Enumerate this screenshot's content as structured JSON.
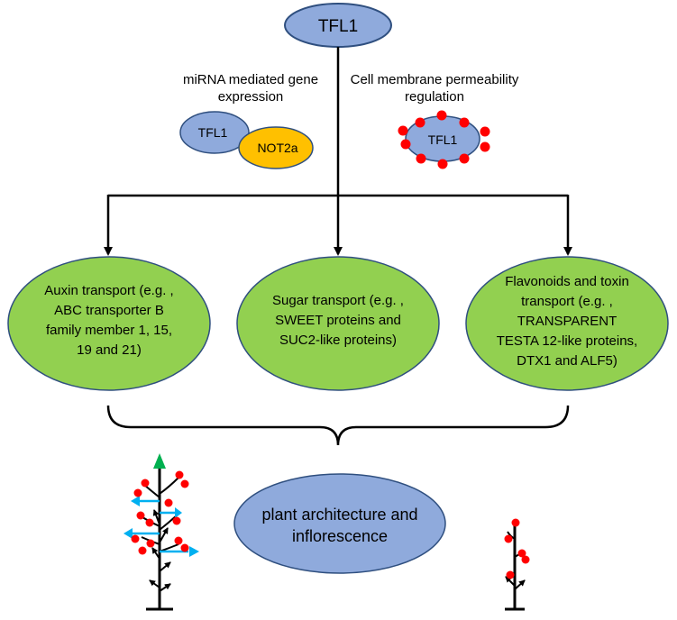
{
  "top_node": {
    "label": "TFL1"
  },
  "mechanisms": {
    "mirna": {
      "line1": "miRNA mediated gene",
      "line2": "expression",
      "protein_a": "TFL1",
      "protein_b": "NOT2a"
    },
    "membrane": {
      "line1": "Cell membrane permeability",
      "line2": "regulation",
      "protein": "TFL1"
    }
  },
  "transport": {
    "auxin": {
      "line1": "Auxin transport (e.g. ,",
      "line2": "ABC transporter B",
      "line3": "family member 1, 15,",
      "line4": "19 and 21)"
    },
    "sugar": {
      "line1": "Sugar transport (e.g. ,",
      "line2": "SWEET proteins and",
      "line3": "SUC2-like proteins)"
    },
    "flavonoid": {
      "line1": "Flavonoids and toxin",
      "line2": "transport (e.g. ,",
      "line3": "TRANSPARENT",
      "line4": "TESTA 12-like proteins,",
      "line5": "DTX1 and ALF5)"
    }
  },
  "outcome": {
    "line1": "plant architecture and",
    "line2": "inflorescence"
  },
  "colors": {
    "blue_node": "#8faadc",
    "green_node": "#92d050",
    "orange_node": "#ffc000",
    "red_dot": "#ff0000",
    "cyan_arrow": "#00b0f0",
    "green_arrow": "#00b050"
  },
  "icons": {
    "branched_plant": "tall-branched-plant-icon",
    "small_plant": "small-plant-icon"
  }
}
